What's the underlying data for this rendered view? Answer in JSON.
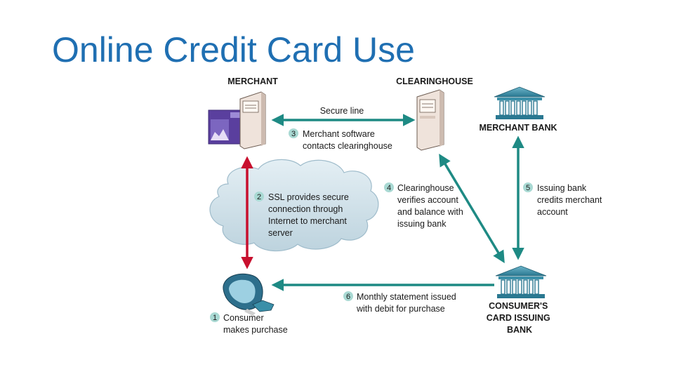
{
  "slide": {
    "title": "Online Credit Card Use"
  },
  "nodes": {
    "merchant": "MERCHANT",
    "clearinghouse": "CLEARINGHOUSE",
    "merchant_bank": "MERCHANT BANK",
    "issuing_bank": [
      "CONSUMER'S",
      "CARD ISSUING",
      "BANK"
    ]
  },
  "labels": {
    "secure_line": "Secure line"
  },
  "steps": [
    {
      "number": "1",
      "lines": [
        "Consumer",
        "makes purchase"
      ]
    },
    {
      "number": "2",
      "lines": [
        "SSL provides secure",
        "connection through",
        "Internet to merchant",
        "server"
      ]
    },
    {
      "number": "3",
      "lines": [
        "Merchant software",
        "contacts clearinghouse"
      ]
    },
    {
      "number": "4",
      "lines": [
        "Clearinghouse",
        "verifies account",
        "and balance with",
        "issuing bank"
      ]
    },
    {
      "number": "5",
      "lines": [
        "Issuing bank",
        "credits merchant",
        "account"
      ]
    },
    {
      "number": "6",
      "lines": [
        "Monthly statement issued",
        "with debit for purchase"
      ]
    }
  ],
  "colors": {
    "title": "#1f6fb2",
    "teal_arrow": "#1e8a84",
    "red_arrow": "#c8102e",
    "step_badge": "#a9d9d3",
    "cloud": "#d3e4ec",
    "bank": "#3a8fa8",
    "server": "#efe3db"
  }
}
